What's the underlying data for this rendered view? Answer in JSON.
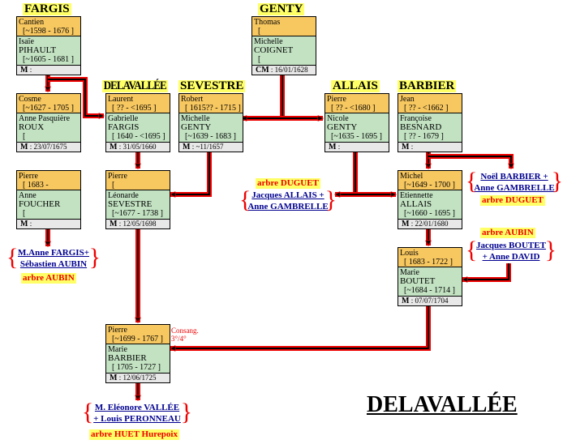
{
  "families": [
    "FARGIS",
    "GENTY",
    "DELAVALLÉE",
    "SEVESTRE",
    "ALLAIS",
    "BARBIER"
  ],
  "couples": [
    {
      "husband": "Cantien",
      "h_dates": "[~1598 - 1676 ]",
      "wife_first": "Isaïe",
      "wife_last": "PIHAULT",
      "w_dates": "[~1605 - 1681 ]",
      "m_label": "M",
      "m_date": ":"
    },
    {
      "husband": "Thomas",
      "h_dates": "[",
      "wife_first": "Michelle",
      "wife_last": "COIGNET",
      "w_dates": "[",
      "m_label": "CM",
      "m_date": ": 16/01/1628"
    },
    {
      "husband": "Cosme",
      "h_dates": "[~1627 - 1705 ]",
      "wife_first": "Anne Pasquière",
      "wife_last": "ROUX",
      "w_dates": "[",
      "m_label": "M",
      "m_date": ": 23/07/1675"
    },
    {
      "husband": "Laurent",
      "h_dates": "[ ?? - <1695 ]",
      "wife_first": "Gabrielle",
      "wife_last": "FARGIS",
      "w_dates": "[ 1640 - <1695 ]",
      "m_label": "M",
      "m_date": ": 31/05/1660"
    },
    {
      "husband": "Robert",
      "h_dates": "[ 1615?? - 1715 ]",
      "wife_first": "Michelle",
      "wife_last": "GENTY",
      "w_dates": "[~1639 - 1683 ]",
      "m_label": "M",
      "m_date": ": ~11/1657"
    },
    {
      "husband": "Pierre",
      "h_dates": "[ ?? - <1680 ]",
      "wife_first": "Nicole",
      "wife_last": "GENTY",
      "w_dates": "[~1635 - 1695 ]",
      "m_label": "M",
      "m_date": ":"
    },
    {
      "husband": "Jean",
      "h_dates": "[ ?? - <1662 ]",
      "wife_first": "Françoise",
      "wife_last": "BESNARD",
      "w_dates": "[ ?? - 1679 ]",
      "m_label": "M",
      "m_date": ":"
    },
    {
      "husband": "Pierre",
      "h_dates": "[ 1683 -",
      "wife_first": "Anne",
      "wife_last": "FOUCHER",
      "w_dates": "[",
      "m_label": "M",
      "m_date": ":"
    },
    {
      "husband": "Pierre",
      "h_dates": "[",
      "wife_first": "Léonarde",
      "wife_last": "SEVESTRE",
      "w_dates": "[~1677 - 1738 ]",
      "m_label": "M",
      "m_date": ": 12/05/1698"
    },
    {
      "husband": "Michel",
      "h_dates": "[~1649 - 1700 ]",
      "wife_first": "Etiennette",
      "wife_last": "ALLAIS",
      "w_dates": "[~1660 - 1695 ]",
      "m_label": "M",
      "m_date": ": 22/01/1680"
    },
    {
      "husband": "Louis",
      "h_dates": "[ 1683 - 1722 ]",
      "wife_first": "Marie",
      "wife_last": "BOUTET",
      "w_dates": "[~1684 - 1714 ]",
      "m_label": "M",
      "m_date": ": 07/07/1704"
    },
    {
      "husband": "Pierre",
      "h_dates": "[~1699 - 1767 ]",
      "wife_first": "Marie",
      "wife_last": "BARBIER",
      "w_dates": "[ 1705 - 1727 ]",
      "m_label": "M",
      "m_date": ": 12/06/1725"
    }
  ],
  "links": [
    {
      "line1": "M.Anne FARGIS+",
      "line2": "Sébastien AUBIN"
    },
    {
      "line1": "Jacques ALLAIS +",
      "line2": "Anne GAMBRELLE"
    },
    {
      "line1": "Noël BARBIER +",
      "line2": "Anne GAMBRELLE"
    },
    {
      "line1": "Jacques BOUTET",
      "line2": "+ Anne DAVID"
    },
    {
      "line1": "M. Eléonore VALLÉE",
      "line2": "+ Louis PERONNEAU"
    }
  ],
  "arbres": [
    "arbre AUBIN",
    "arbre DUGUET",
    "arbre DUGUET",
    "arbre AUBIN",
    "arbre HUET Hurepoix"
  ],
  "consang": [
    "Consang.",
    "3°/4°"
  ],
  "title": "DELAVALLÉE",
  "colors": {
    "husband_bg": "#f8c860",
    "wife_bg": "#c2e2c2",
    "marriage_bg": "#e8e8e8",
    "line": "#ff0000",
    "family_bg": "#ffff66",
    "link": "#000090"
  }
}
